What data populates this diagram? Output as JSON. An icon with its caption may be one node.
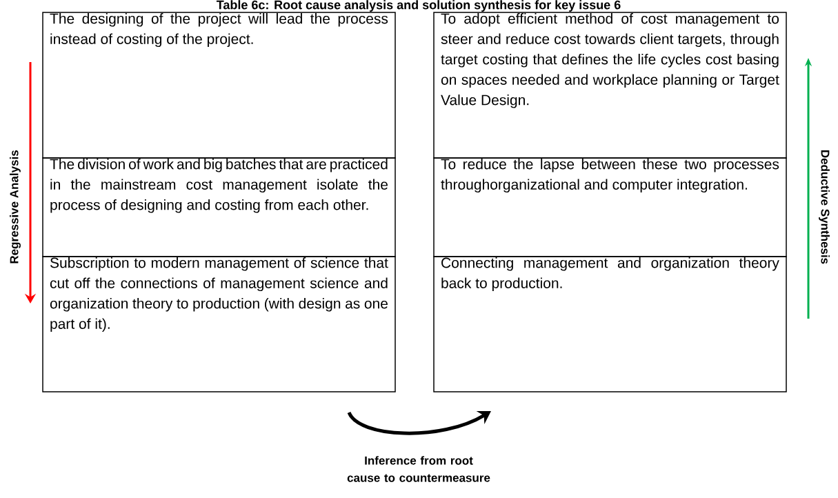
{
  "diagram": {
    "title": "Table 6c: Root cause analysis and solution synthesis for key issue 6",
    "nodes": [
      {
        "text": [
          "The designing of the project will lead the process instead of costing of the project."
        ]
      },
      {
        "text": [
          "To adopt efficient method of cost management to steer and reduce cost towards client targets, through target costing that defines the life cycles cost basing on spaces needed and workplace planning or Target Value Design."
        ]
      },
      {
        "text": [
          "The division of work and big batches that are practiced in the mainstream cost management isolate the process of designing and costing from each other."
        ]
      },
      {
        "text": [
          "To reduce the lapse between these two processes throughorganizational and computer integration."
        ]
      },
      {
        "text": [
          "Subscription to modern management of science that cut off the connections of management science and organization theory to production (with design as one part of it)."
        ]
      },
      {
        "text": [
          "Connecting management and organization theory back to production."
        ]
      }
    ],
    "labels": [
      "Regressive Analysis",
      "Deductive Synthesis",
      "Inference from root cause to countermeasure"
    ]
  }
}
